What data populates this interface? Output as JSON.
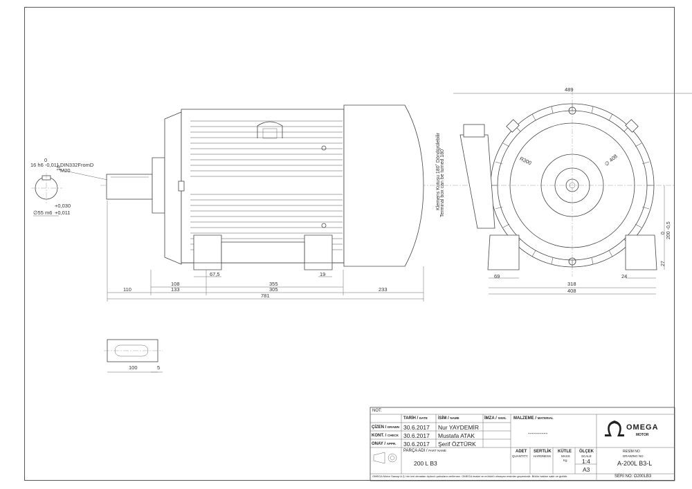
{
  "dimensions": {
    "front_width_top": "489",
    "key_top": "0",
    "key_width": "16 h6 -0,011",
    "key_height": "10",
    "thread_label": "DIN332FromD",
    "thread_size": "M20",
    "shaft_tol_upper": "+0,030",
    "shaft_dia": "∅55 m6",
    "shaft_tol_lower": "+0,011",
    "foot_pad": "67,5",
    "foot_pad_right": "19",
    "d_110": "110",
    "d_108": "108",
    "d_133": "133",
    "d_355": "355",
    "d_305": "305",
    "d_233": "233",
    "d_781": "781",
    "key_len": "100",
    "key_off": "5",
    "radius": "R300",
    "pcd": "∅ 408",
    "terminal_note_tr": "Klemens Kutusu 180˚ Döndürülebilir",
    "terminal_note_en": "Terminal box can be turned 180˚",
    "d_69": "69",
    "d_318": "318",
    "d_408": "408",
    "d_24": "24",
    "d_27": "27",
    "shaft_height_top": "0",
    "shaft_height": "200 -0,5"
  },
  "title_block": {
    "not": "NOT:",
    "hdr_date": "TARİH",
    "hdr_date_en": "DATE",
    "hdr_name": "İSİM",
    "hdr_name_en": "NAME",
    "hdr_sign": "İMZA",
    "hdr_sign_en": "SIGN.",
    "hdr_material": "MALZEME",
    "hdr_material_en": "MATERIAL",
    "row1_label": "ÇİZEN",
    "row1_label_en": "DRAWN",
    "row1_date": "30.6.2017",
    "row1_name": "Nur YAYDEMİR",
    "row2_label": "KONT.",
    "row2_label_en": "CHECK",
    "row2_date": "30.6.2017",
    "row2_name": "Mustafa ATAK",
    "row3_label": "ONAY",
    "row3_label_en": "APPR.",
    "row3_date": "30.6.2017",
    "row3_name": "Şerif ÖZTÜRK",
    "material_value": "----------",
    "part_name_label": "PARÇA ADI",
    "part_name_label_en": "PART NAME",
    "part_name": "200 L B3",
    "qty_label": "ADET",
    "qty_label_en": "QUANTITY",
    "hardness_label": "SERTLİK",
    "hardness_label_en": "HARDNESS",
    "mass_label": "KÜTLE",
    "mass_label_en": "MASS",
    "mass_unit": "Kg",
    "scale_label": "ÖLÇEK",
    "scale_label_en": "SCALE",
    "scale": "1:4",
    "sheet": "A3",
    "drawing_no_label": "RESİM NO",
    "drawing_no_label_en": "DRAWING NO",
    "drawing_no": "A-200L B3-L",
    "serial": "SERİ NO: Ω200LB3",
    "logo_word": "OMEGA",
    "logo_sub": "MOTOR",
    "copyright": "OMEGA Motor Sanayi A.Ş.'nin izni olmadan üçüncü şahıslara verilemez. OMEGA imalat ve mühürlü olmayan resimler geçersizdir. Bütün hakları saklı ve gizlidir."
  }
}
